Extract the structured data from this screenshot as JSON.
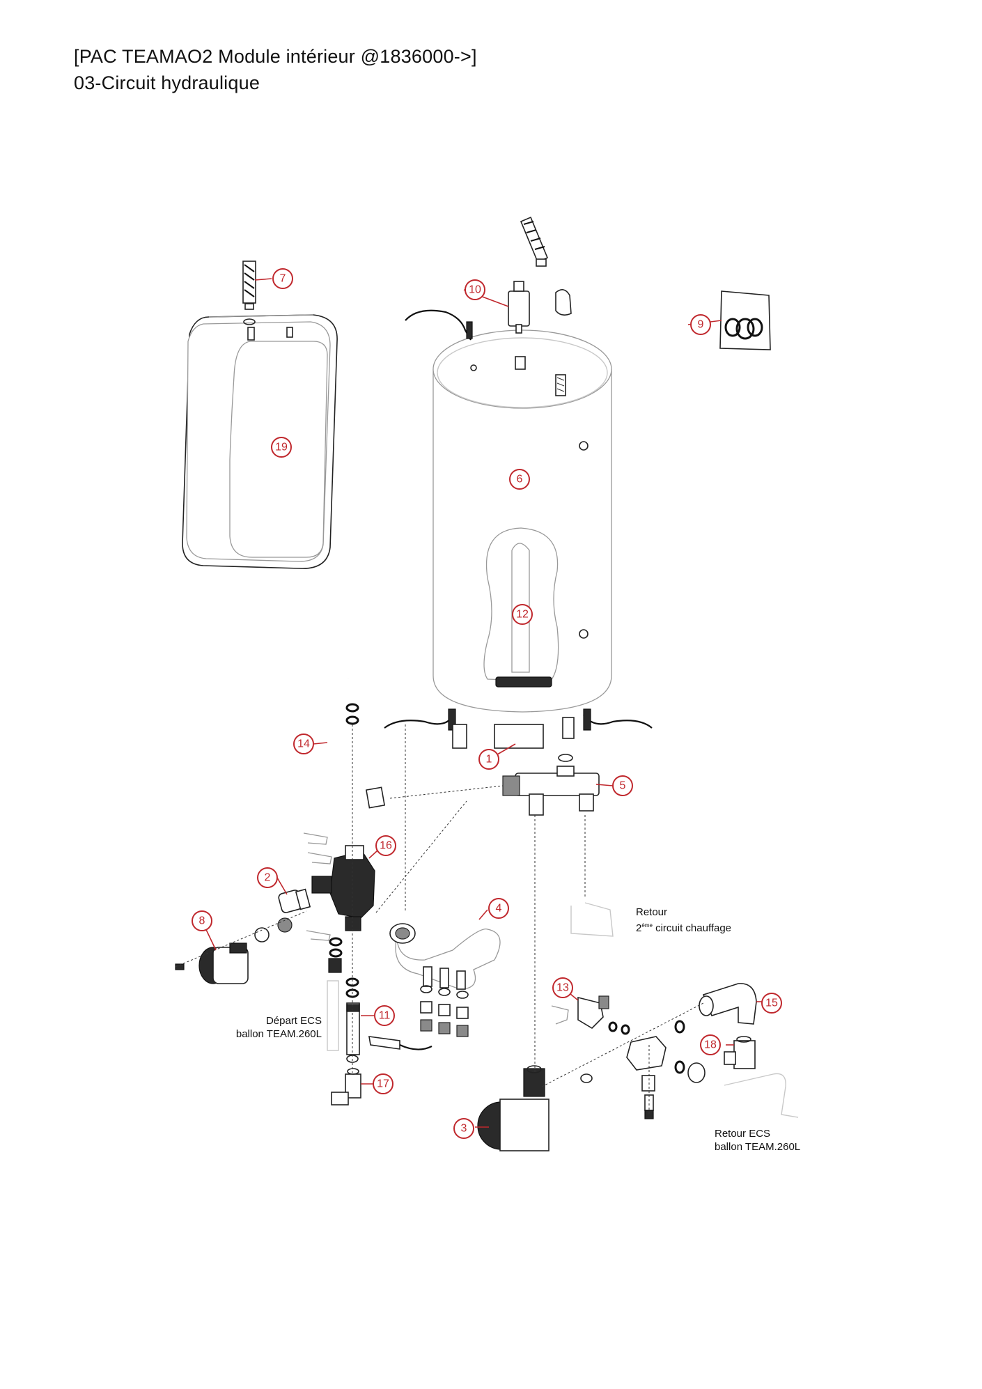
{
  "header": {
    "title": "[PAC TEAMAO2 Module intérieur @1836000->]",
    "subtitle": "03-Circuit hydraulique"
  },
  "colors": {
    "callout": "#c0282d",
    "line": "#222222",
    "background": "#ffffff"
  },
  "callouts": [
    "1",
    "2",
    "3",
    "4",
    "5",
    "6",
    "7",
    "8",
    "9",
    "10",
    "11",
    "12",
    "13",
    "14",
    "15",
    "16",
    "17",
    "18",
    "19"
  ],
  "annotations": {
    "retour_2": {
      "line1": "Retour",
      "line2_prefix": "2",
      "line2_sup": "ème",
      "line2_rest": " circuit chauffage"
    },
    "depart_ecs": {
      "line1": "Départ ECS",
      "line2": "ballon TEAM.260L"
    },
    "retour_ecs": {
      "line1": "Retour ECS",
      "line2": "ballon TEAM.260L"
    }
  }
}
